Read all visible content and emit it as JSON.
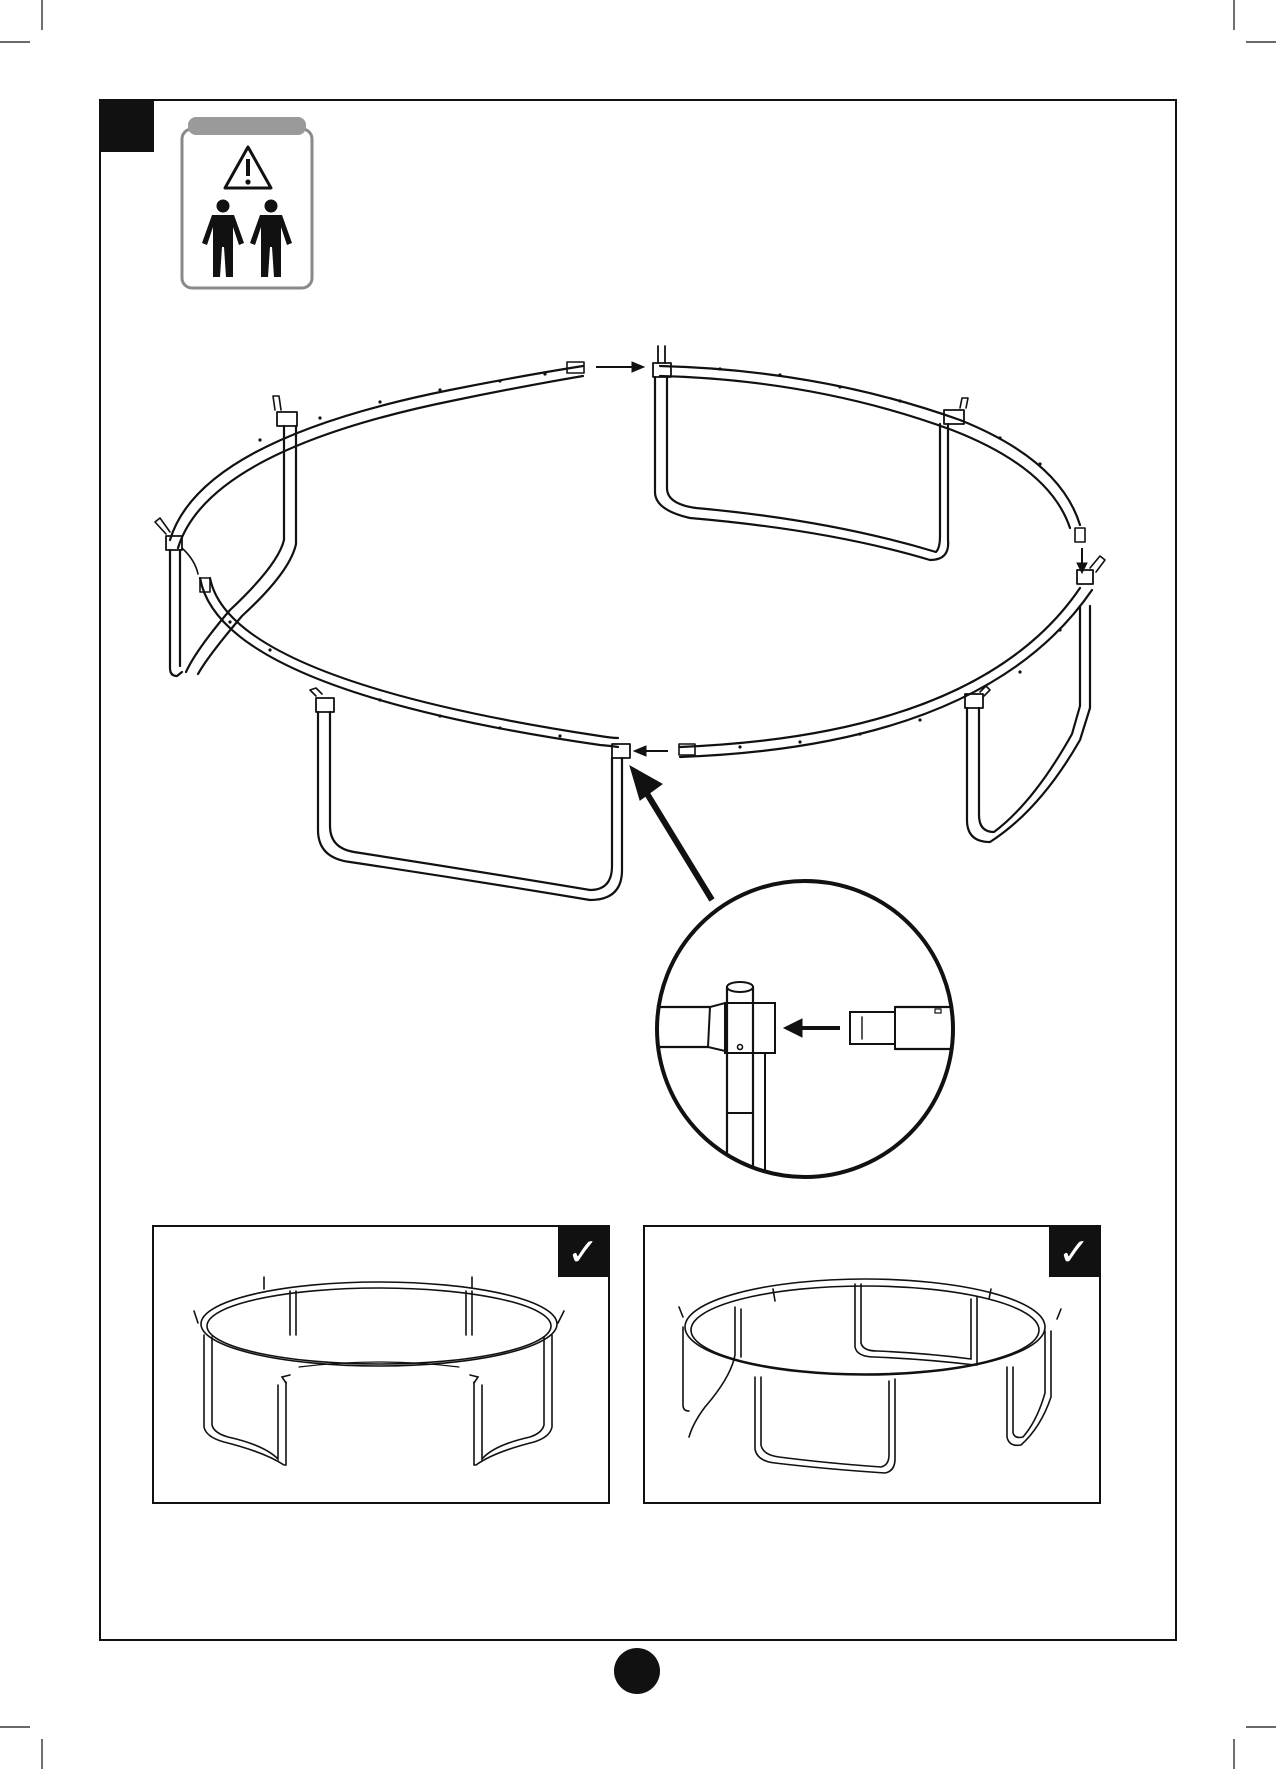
{
  "document": {
    "type": "assembly-instruction-page",
    "step_number": "",
    "page_number": "",
    "warning_badge": {
      "label": "",
      "icons": [
        "warning-triangle-icon",
        "person-icon",
        "person-icon"
      ]
    },
    "main_illustration": {
      "subject": "trampoline-frame-assembly",
      "arrows": [
        "arrow-right",
        "arrow-down",
        "arrow-left",
        "pointer-arrow-to-detail"
      ]
    },
    "detail_callout": {
      "subject": "tube-into-t-joint-socket",
      "arrow": "arrow-left"
    },
    "example_panels": [
      {
        "mark": "✓",
        "subject": "assembled-frame-legs-all-attached"
      },
      {
        "mark": "✓",
        "subject": "partially-assembled-frame-variant"
      }
    ],
    "colors": {
      "ink": "#111111",
      "paper": "#ffffff",
      "badge_border": "#8a8a8a",
      "badge_header": "#9a9a9a"
    }
  }
}
